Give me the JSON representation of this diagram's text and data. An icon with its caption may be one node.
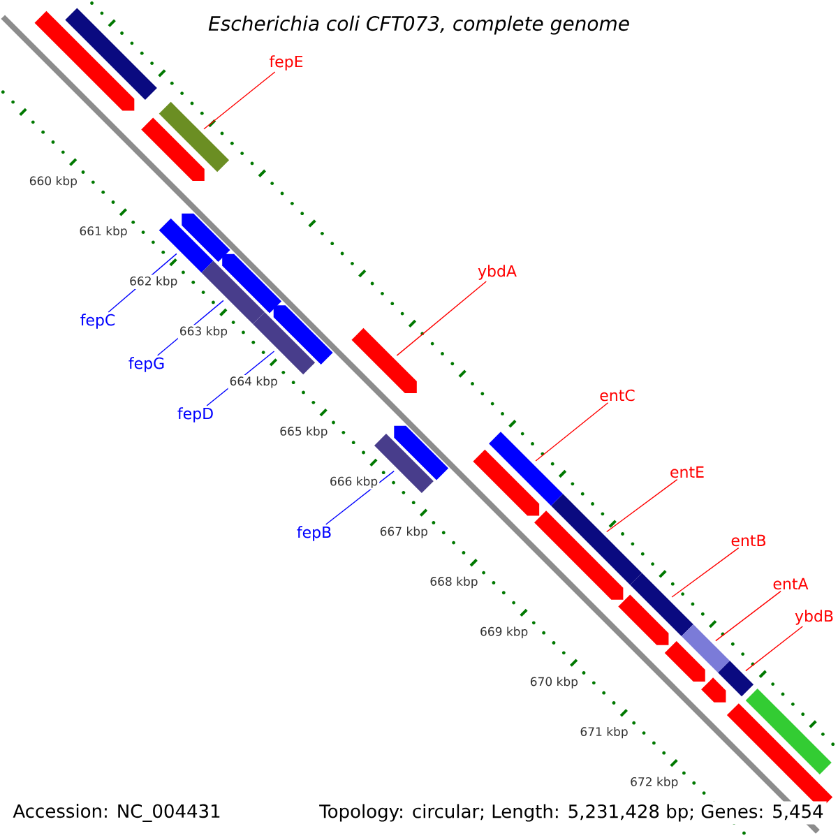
{
  "diagram": {
    "title": "Escherichia coli CFT073, complete genome",
    "nodes": [
      {
        "text": [
          "fepE"
        ]
      },
      {
        "text": [],
        "shape": "bar"
      },
      {
        "text": [
          "ybdA"
        ]
      },
      {
        "text": [],
        "shape": "bar"
      },
      {
        "text": [
          "fepC"
        ]
      },
      {
        "text": [],
        "shape": "bar"
      },
      {
        "text": [
          "fepG"
        ]
      },
      {
        "text": [],
        "shape": "bar"
      },
      {
        "text": [
          "fepD"
        ]
      },
      {
        "text": [],
        "shape": "bar"
      },
      {
        "text": [
          "entC"
        ]
      },
      {
        "text": [],
        "shape": "bar"
      },
      {
        "text": [
          "entE"
        ]
      },
      {
        "text": [],
        "shape": "bar"
      },
      {
        "text": [
          "fepB"
        ]
      },
      {
        "text": [],
        "shape": "bar"
      },
      {
        "text": [
          "entB"
        ]
      },
      {
        "text": [],
        "shape": "bar"
      },
      {
        "text": [
          "entA"
        ]
      },
      {
        "text": [],
        "shape": "bar"
      },
      {
        "text": [
          "ybdB"
        ]
      },
      {
        "text": [],
        "shape": "bar"
      },
      {
        "text": [],
        "shape": "bar"
      },
      {
        "text": [],
        "shape": "bar"
      },
      {
        "text": [],
        "shape": "bar"
      },
      {
        "text": [],
        "shape": "bar"
      },
      {
        "text": [],
        "shape": "bar"
      },
      {
        "text": [],
        "shape": "bar"
      },
      {
        "text": [],
        "shape": "bar"
      },
      {
        "text": [],
        "shape": "bar"
      },
      {
        "text": [],
        "shape": "bar"
      },
      {
        "text": [],
        "shape": "bar"
      },
      {
        "text": [],
        "shape": "bar"
      },
      {
        "text": [],
        "shape": "bar"
      },
      {
        "text": [],
        "shape": "bar"
      },
      {
        "text": [],
        "shape": "bar"
      }
    ],
    "edges": [
      {
        "from": 0,
        "to": 1,
        "arrow": "none"
      },
      {
        "from": 2,
        "to": 3,
        "arrow": "none"
      },
      {
        "from": 4,
        "to": 5,
        "arrow": "none",
        "color": "#0000ff"
      },
      {
        "from": 6,
        "to": 7,
        "arrow": "none",
        "color": "#0000ff"
      },
      {
        "from": 8,
        "to": 9,
        "arrow": "none",
        "color": "#0000ff"
      },
      {
        "from": 10,
        "to": 11,
        "arrow": "none"
      },
      {
        "from": 12,
        "to": 13,
        "arrow": "none"
      },
      {
        "from": 14,
        "to": 15,
        "arrow": "none",
        "color": "#0000ff"
      },
      {
        "from": 16,
        "to": 17,
        "arrow": "none"
      },
      {
        "from": 18,
        "to": 19,
        "arrow": "none"
      },
      {
        "from": 20,
        "to": 21,
        "arrow": "none"
      }
    ],
    "labels": [
      "660 kbp",
      "661 kbp",
      "662 kbp",
      "663 kbp",
      "664 kbp",
      "665 kbp",
      "666 kbp",
      "667 kbp",
      "668 kbp",
      "669 kbp",
      "670 kbp",
      "671 kbp",
      "672 kbp",
      "Accession: NC_004431",
      "Topology: circular; Length: 5,231,428 bp; Genes: 5,454"
    ]
  }
}
